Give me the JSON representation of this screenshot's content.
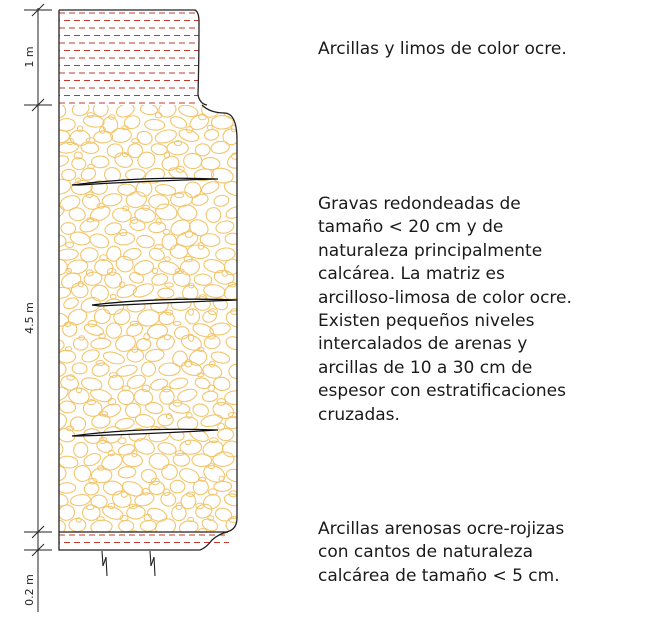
{
  "thicknesses": {
    "top": "1 m",
    "middle": "4.5 m",
    "bottom": "0.2 m"
  },
  "units": {
    "top": {
      "description": [
        "Arcillas y limos de color ocre."
      ],
      "color": "#c0392b"
    },
    "middle": {
      "description": [
        "Gravas redondeadas de",
        "tamaño < 20 cm y de",
        "naturaleza principalmente",
        "calcárea. La matriz es",
        "arcilloso-limosa de color ocre.",
        "Existen pequeños niveles",
        "intercalados de arenas y",
        "arcillas de 10 a 30 cm de",
        "espesor con estratificaciones",
        "cruzadas."
      ],
      "color": "#f2c66d"
    },
    "bottom": {
      "description": [
        "Arcillas arenosas ocre-rojizas",
        "con cantos de naturaleza",
        "calcárea de tamaño < 5 cm."
      ],
      "color": "#c0392b"
    }
  }
}
